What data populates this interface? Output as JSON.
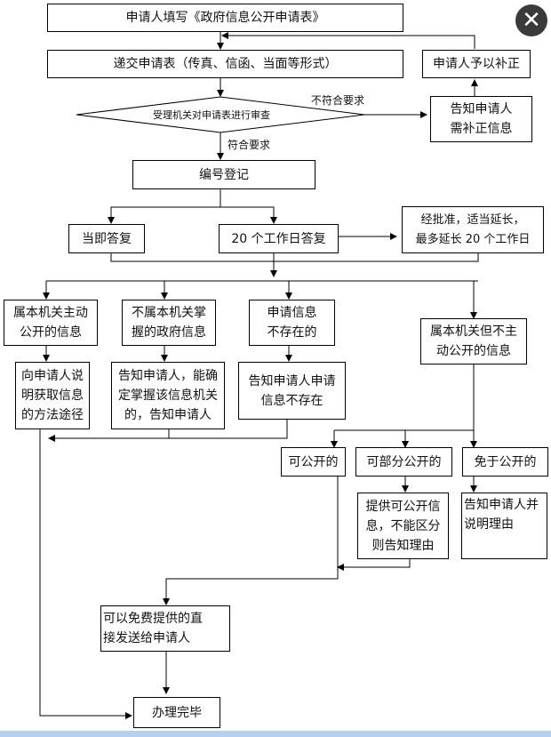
{
  "nodes": {
    "fill_form": "申请人填写《政府信息公开申请表》",
    "submit_form": "递交申请表（传真、信函、当面等形式）",
    "review": "受理机关对申请表进行审查",
    "correct": "申请人予以补正",
    "notify_correct": "告知申请人\n需补正信息",
    "register": "编号登记",
    "reply_now": "当即答复",
    "reply_20": "20 个工作日答复",
    "extend": "经批准，适当延长，\n最多延长 20 个工作日",
    "active_public": "属本机关主动\n公开的信息",
    "not_ours": "不属本机关掌\n握的政府信息",
    "not_exist": "申请信息\n不存在的",
    "ours_not_active": "属本机关但不主\n动公开的信息",
    "explain_method": "向申请人说\n明获取信息\n的方法途径",
    "notify_agency": "告知申请人，能确\n定掌握该信息机关\n的，告知申请人",
    "notify_not_exist": "告知申请人申请\n信息不存在",
    "can_public": "可公开的",
    "partial_public": "可部分公开的",
    "exempt": "免于公开的",
    "provide_partial": "提供可公开信\n息，不能区分\n则告知理由",
    "notify_reason": "告知申请人并\n说明理由",
    "send_free": "可以免费提供的直\n接发送给申请人",
    "done": "办理完毕"
  },
  "edge_labels": {
    "not_meet": "不符合要求",
    "meet": "符合要求"
  },
  "close_icon": "✕",
  "colors": {
    "line": "#000000",
    "close_bg": "#3a3a3a",
    "bottom_bar": "#b7d0ee"
  }
}
